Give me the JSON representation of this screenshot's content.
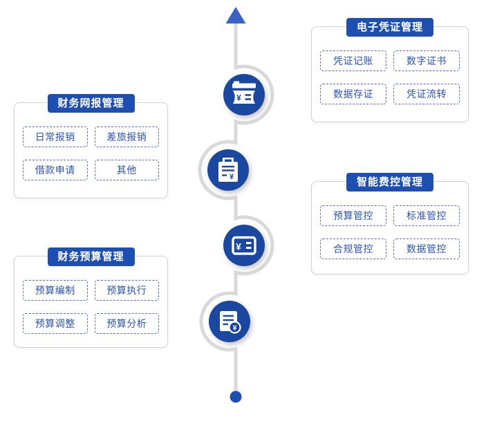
{
  "colors": {
    "title_bar_blue": "#1d4fb2",
    "node_blue": "#1a479f",
    "tag_text_blue": "#2a53bb",
    "tag_border_blue": "#4a6fd0",
    "spine_gray": "#d9d9d9",
    "arrow_blue": "#3b63c5",
    "panel_border_gray": "#d2d2d2"
  },
  "timeline": {
    "nodes": [
      {
        "icon": "invoice-printer-yuan-icon"
      },
      {
        "icon": "clipboard-yuan-icon"
      },
      {
        "icon": "banknote-yuan-icon"
      },
      {
        "icon": "document-coin-yuan-icon"
      }
    ]
  },
  "panels": [
    {
      "title": "财务网报管理",
      "tags": [
        "日常报销",
        "差旅报销",
        "借款申请",
        "其他"
      ]
    },
    {
      "title": "电子凭证管理",
      "tags": [
        "凭证记账",
        "数字证书",
        "数据存证",
        "凭证流转"
      ]
    },
    {
      "title": "财务预算管理",
      "tags": [
        "预算编制",
        "预算执行",
        "预算调整",
        "预算分析"
      ]
    },
    {
      "title": "智能费控管理",
      "tags": [
        "预算管控",
        "标准管控",
        "合规管控",
        "数据管控"
      ]
    }
  ]
}
